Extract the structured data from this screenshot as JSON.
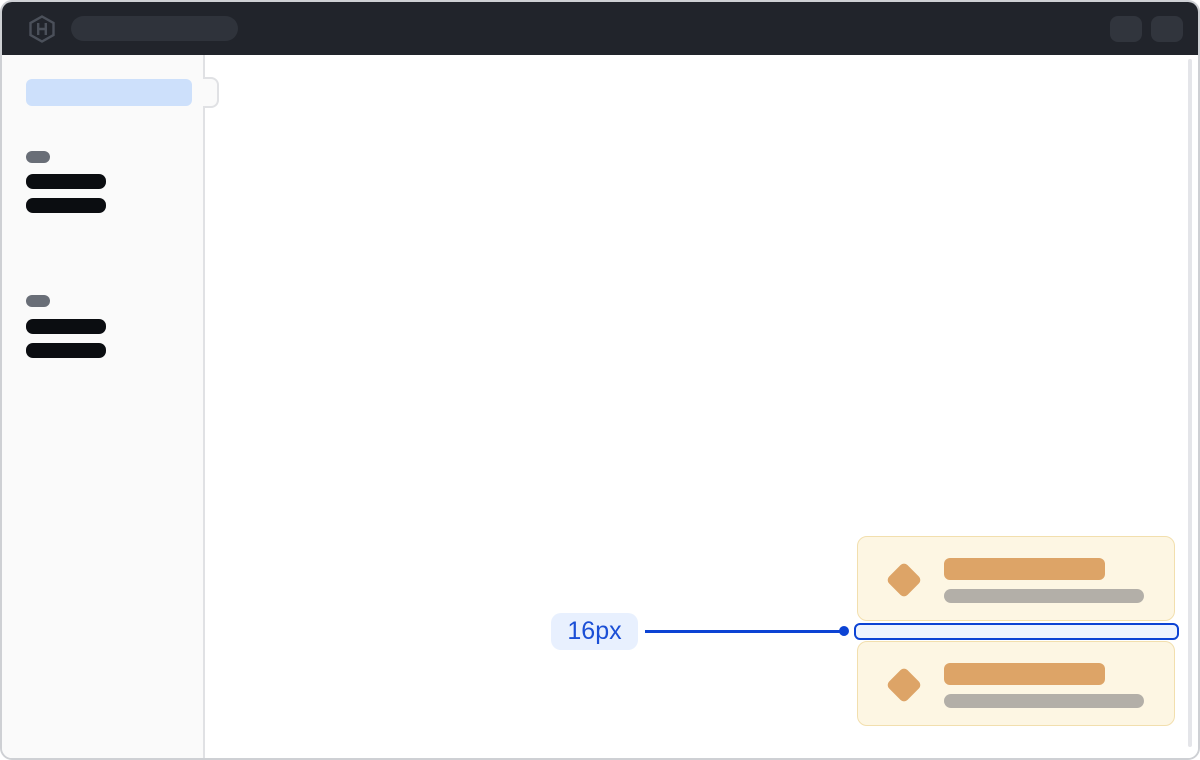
{
  "annotation": {
    "label": "16px"
  },
  "header": {
    "logo_icon": "hashicorp-logo",
    "search_placeholder": true,
    "action_buttons": 2
  },
  "sidebar": {
    "active_item_placeholder": true,
    "toggle_handle": true,
    "groups": [
      {
        "label_placeholder": true,
        "item_placeholders": 2
      },
      {
        "label_placeholder": true,
        "item_placeholders": 2
      }
    ]
  },
  "main": {
    "cards": [
      {
        "icon": "diamond-icon",
        "title_placeholder": true,
        "subtitle_placeholder": true
      },
      {
        "icon": "diamond-icon",
        "title_placeholder": true,
        "subtitle_placeholder": true
      }
    ],
    "spacing_highlight_between_cards": true
  },
  "colors": {
    "topbar_bg": "#21242b",
    "topbar_placeholder": "#2f333b",
    "logo": "#4b505a",
    "page_border": "#ced0d4",
    "sidebar_bg": "#fafafa",
    "sidebar_border": "#e0e1e4",
    "active_item": "#cde0fb",
    "group_label": "#696e77",
    "nav_text_bar": "#0b0d11",
    "card_bg": "#fdf6e3",
    "card_border": "#f2dfae",
    "card_accent": "#dda467",
    "card_subtitle_bar": "#b3afa8",
    "annotation_blue": "#0c43d4",
    "annotation_label_bg": "#e8f0fe",
    "annotation_label_text": "#1b4fd6",
    "gap_fill": "#eef4fe",
    "scrollbar_track": "#e4e5e9"
  }
}
